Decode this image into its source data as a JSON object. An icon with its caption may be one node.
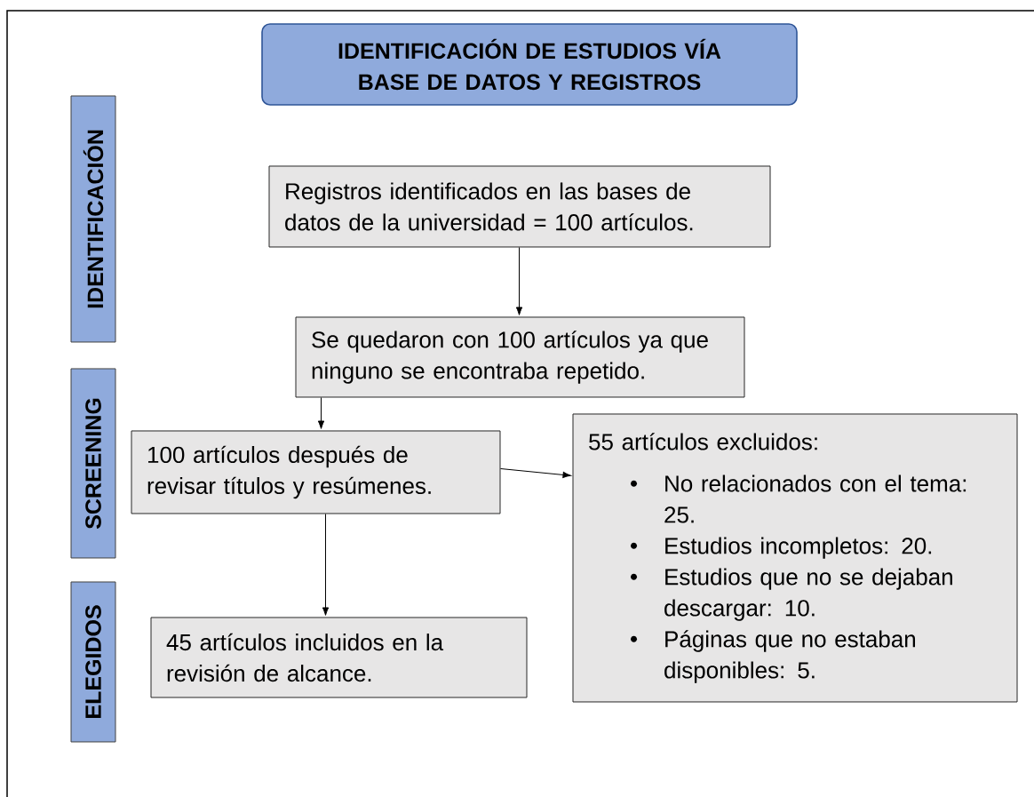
{
  "diagram": {
    "nodes": [
      {
        "text": [
          "IDENTIFICACIÓN DE ESTUDIOS VÍA BASE DE DATOS Y REGISTROS"
        ]
      },
      {
        "text": [
          "IDENTIFICACIÓN"
        ]
      },
      {
        "text": [
          "SCREENING"
        ]
      },
      {
        "text": [
          "ELEGIDOS"
        ]
      },
      {
        "text": [
          "Registros identificados en las bases de datos de la universidad = 100 artículos."
        ]
      },
      {
        "text": [
          "Se quedaron con 100 artículos ya que ninguno se encontraba repetido."
        ]
      },
      {
        "text": [
          "100 artículos después de revisar títulos y resúmenes."
        ]
      },
      {
        "text": [
          "55 artículos excluidos:",
          "No relacionados con el tema: 25.",
          "Estudios incompletos: 20.",
          "Estudios que no se dejaban descargar: 10.",
          "Páginas que no estaban disponibles: 5."
        ]
      },
      {
        "text": [
          "45 artículos incluidos en la revisión de alcance."
        ]
      }
    ],
    "edges": [
      {
        "from": 4,
        "to": 5,
        "arrow": "to"
      },
      {
        "from": 5,
        "to": 6,
        "arrow": "to"
      },
      {
        "from": 6,
        "to": 7,
        "arrow": "to"
      },
      {
        "from": 6,
        "to": 8,
        "arrow": "to"
      }
    ]
  }
}
